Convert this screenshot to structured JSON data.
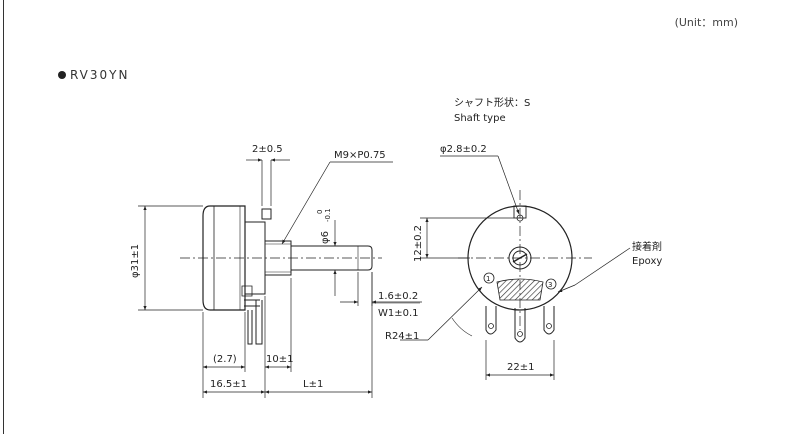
{
  "unit_label": "(Unit：mm)",
  "model": {
    "bullet": "●",
    "name": "RV30YN"
  },
  "shaft": {
    "jp": "シャフト形状：S",
    "en": "Shaft type"
  },
  "side_view": {
    "dims": {
      "terminal_offset": "2±0.5",
      "thread": "M9×P0.75",
      "shaft_dia": "φ6",
      "shaft_tol_upper": "0",
      "shaft_tol_lower": "-0.1",
      "body_dia": "φ31±1",
      "flat_depth": "1.6±0.2",
      "flat_width": "W1±0.1",
      "body_2_7": "(2.7)",
      "bushing_len": "10±1",
      "body_len": "16.5±1",
      "shaft_len": "L±1"
    }
  },
  "front_view": {
    "dims": {
      "hole_dia": "φ2.8±0.2",
      "hole_offset": "12±0.2",
      "radius": "R24±1",
      "terminal_pitch": "22±1"
    },
    "epoxy_jp": "接着剤",
    "epoxy_en": "Epoxy",
    "terminal_1": "1",
    "terminal_3": "3"
  }
}
